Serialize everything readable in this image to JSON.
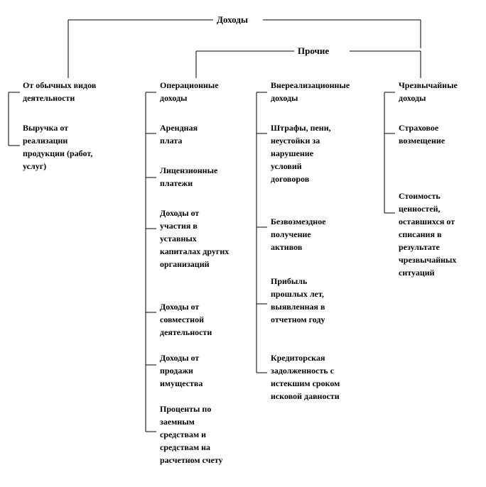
{
  "root": "Доходы",
  "other": "Прочие",
  "columns": [
    {
      "heading": "От обычных видов\nдеятельности",
      "items": [
        "Выручка от\nреализации\nпродукции  (работ,\nуслуг)"
      ]
    },
    {
      "heading": "Операционные\nдоходы",
      "items": [
        "Арендная\nплата",
        "Лицензионные\nплатежи",
        "Доходы от\nучастия в\nуставных\nкапиталах других\nорганизаций",
        "Доходы от\nсовместной\nдеятельности",
        "Доходы от\nпродажи\nимущества",
        "Проценты по\nзаемным\nсредствам и\nсредствам на\nрасчетном счету"
      ]
    },
    {
      "heading": "Внереализационные\nдоходы",
      "items": [
        "Штрафы, пени,\nнеустойки за\nнарушение\nусловий\nдоговоров",
        "Безвозмездное\nполучение\nактивов",
        "Прибыль\nпрошлых  лет,\nвыявленная в\nотчетном году",
        "Кредиторская\nзадолженность с\nистекшим сроком\nисковой давности"
      ]
    },
    {
      "heading": "Чрезвычайные\nдоходы",
      "items": [
        "Страховое\nвозмещение",
        "Стоимость\nценностей,\nоставшихся от\nсписания в\nрезультате\nчрезвычайных\nситуаций"
      ]
    }
  ],
  "colors": {
    "text": "#000000",
    "lines": "#000000",
    "background": "#ffffff"
  }
}
